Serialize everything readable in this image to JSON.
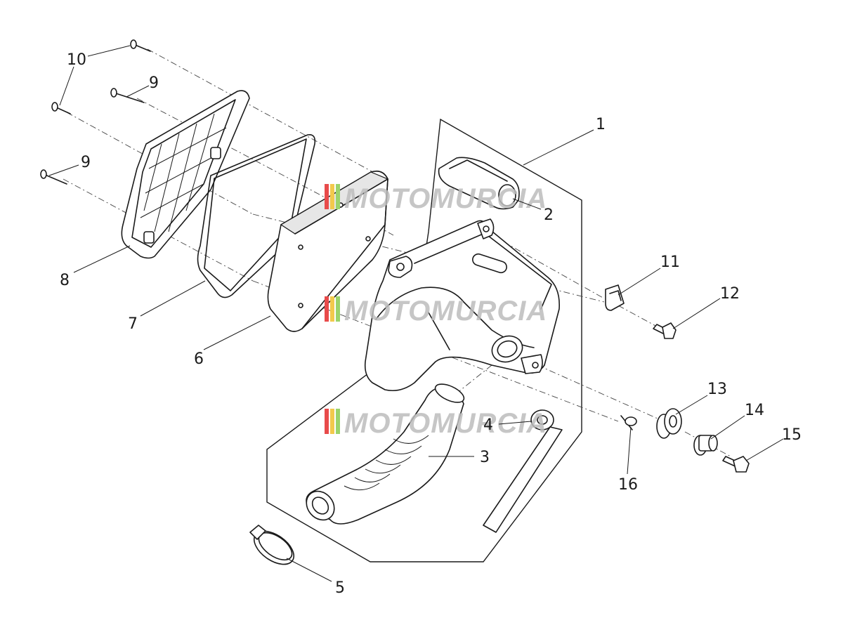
{
  "callouts": [
    {
      "id": "1",
      "label": "1"
    },
    {
      "id": "2",
      "label": "2"
    },
    {
      "id": "3",
      "label": "3"
    },
    {
      "id": "4",
      "label": "4"
    },
    {
      "id": "5",
      "label": "5"
    },
    {
      "id": "6",
      "label": "6"
    },
    {
      "id": "7",
      "label": "7"
    },
    {
      "id": "8",
      "label": "8"
    },
    {
      "id": "9a",
      "label": "9"
    },
    {
      "id": "9b",
      "label": "9"
    },
    {
      "id": "10",
      "label": "10"
    },
    {
      "id": "11",
      "label": "11"
    },
    {
      "id": "12",
      "label": "12"
    },
    {
      "id": "13",
      "label": "13"
    },
    {
      "id": "14",
      "label": "14"
    },
    {
      "id": "15",
      "label": "15"
    },
    {
      "id": "16",
      "label": "16"
    }
  ],
  "watermark": {
    "text": "MOTOMURCIA",
    "stripe_colors": [
      "#e84b4b",
      "#f2c94c",
      "#9bd36b"
    ],
    "text_color": "#bdbdbd"
  }
}
